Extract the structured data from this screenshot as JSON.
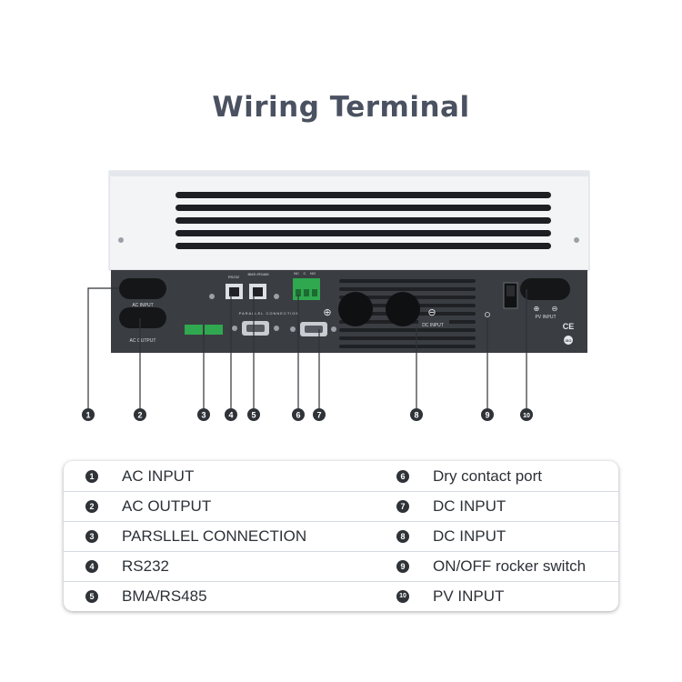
{
  "title": "Wiring Terminal",
  "panel_labels": {
    "ac_input": "AC INPUT",
    "ac_output": "AC OUTPUT",
    "rs232": "RS232",
    "bms_rs485": "BMS\n/RS485",
    "parallel": "PARALLEL CONNECTION",
    "nc": "NC",
    "c": "C",
    "no": "NO",
    "dc_input": "DC INPUT",
    "pv_input": "PV INPUT",
    "plus": "⊕",
    "minus": "⊖",
    "ce": "CE",
    "iso": "ISO"
  },
  "callouts": [
    "1",
    "2",
    "3",
    "4",
    "5",
    "6",
    "7",
    "8",
    "9",
    "10"
  ],
  "legend": [
    {
      "left_num": "1",
      "left_label": "AC INPUT",
      "right_num": "6",
      "right_label": "Dry contact port"
    },
    {
      "left_num": "2",
      "left_label": "AC OUTPUT",
      "right_num": "7",
      "right_label": "DC INPUT"
    },
    {
      "left_num": "3",
      "left_label": "PARSLLEL CONNECTION",
      "right_num": "8",
      "right_label": "DC INPUT"
    },
    {
      "left_num": "4",
      "left_label": "RS232",
      "right_num": "9",
      "right_label": "ON/OFF rocker switch"
    },
    {
      "left_num": "5",
      "left_label": "BMA/RS485",
      "right_num": "10",
      "right_label": "PV INPUT"
    }
  ],
  "colors": {
    "title": "#4a5160",
    "panel": "#3a3d42",
    "chassis": "#f2f3f5",
    "terminal_green": "#2fa84f",
    "badge": "#2f3338"
  }
}
